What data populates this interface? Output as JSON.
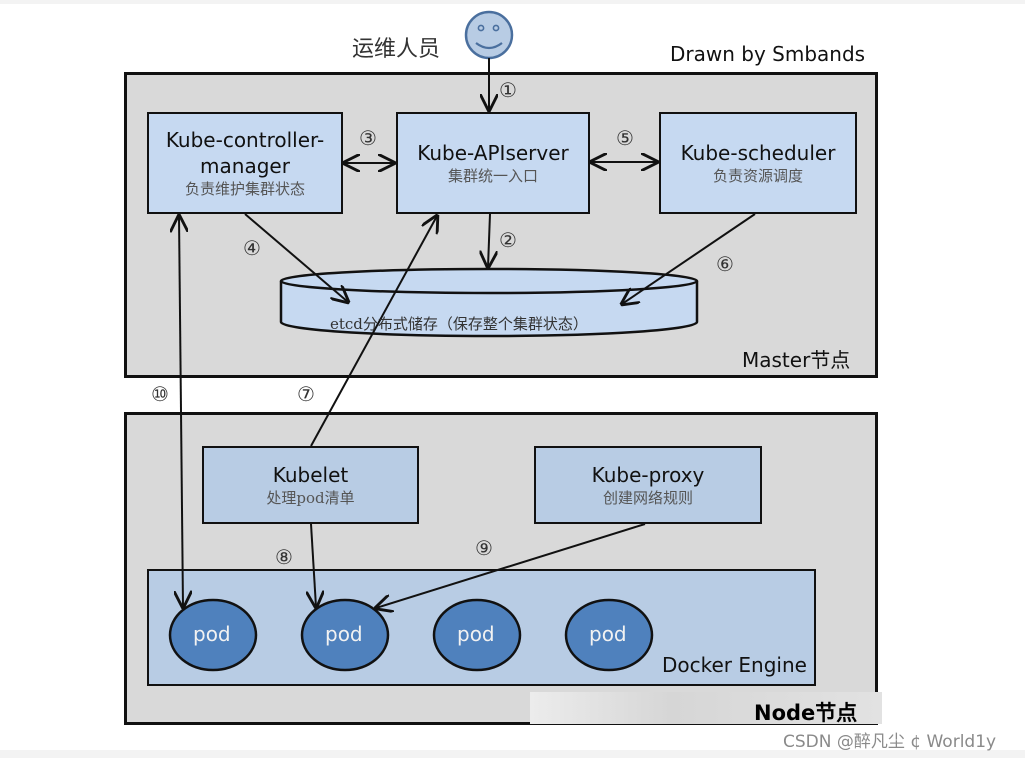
{
  "credit": "Drawn by Smbands",
  "operator": {
    "label": "运维人员",
    "icon": "smiley-face-icon"
  },
  "master": {
    "label": "Master节点",
    "components": {
      "controller": {
        "title_line1": "Kube-controller-",
        "title_line2": "manager",
        "subtitle": "负责维护集群状态"
      },
      "apiserver": {
        "title": "Kube-APIserver",
        "subtitle": "集群统一入口"
      },
      "scheduler": {
        "title": "Kube-scheduler",
        "subtitle": "负责资源调度"
      }
    },
    "etcd": {
      "label": "etcd分布式储存（保存整个集群状态）"
    }
  },
  "node": {
    "label": "Node节点",
    "components": {
      "kubelet": {
        "title": "Kubelet",
        "subtitle": "处理pod清单"
      },
      "proxy": {
        "title": "Kube-proxy",
        "subtitle": "创建网络规则"
      }
    },
    "docker": {
      "label": "Docker Engine",
      "pods": [
        "pod",
        "pod",
        "pod",
        "pod"
      ]
    }
  },
  "steps": [
    "①",
    "②",
    "③",
    "④",
    "⑤",
    "⑥",
    "⑦",
    "⑧",
    "⑨",
    "⑩"
  ],
  "colors": {
    "region_bg": "#d9d9d9",
    "box_fill": "#c6d9f1",
    "node_box_fill": "#b8cce4",
    "pod_fill": "#4f81bd",
    "border": "#111111"
  },
  "watermark": "CSDN @醉凡尘 ¢  World1y"
}
